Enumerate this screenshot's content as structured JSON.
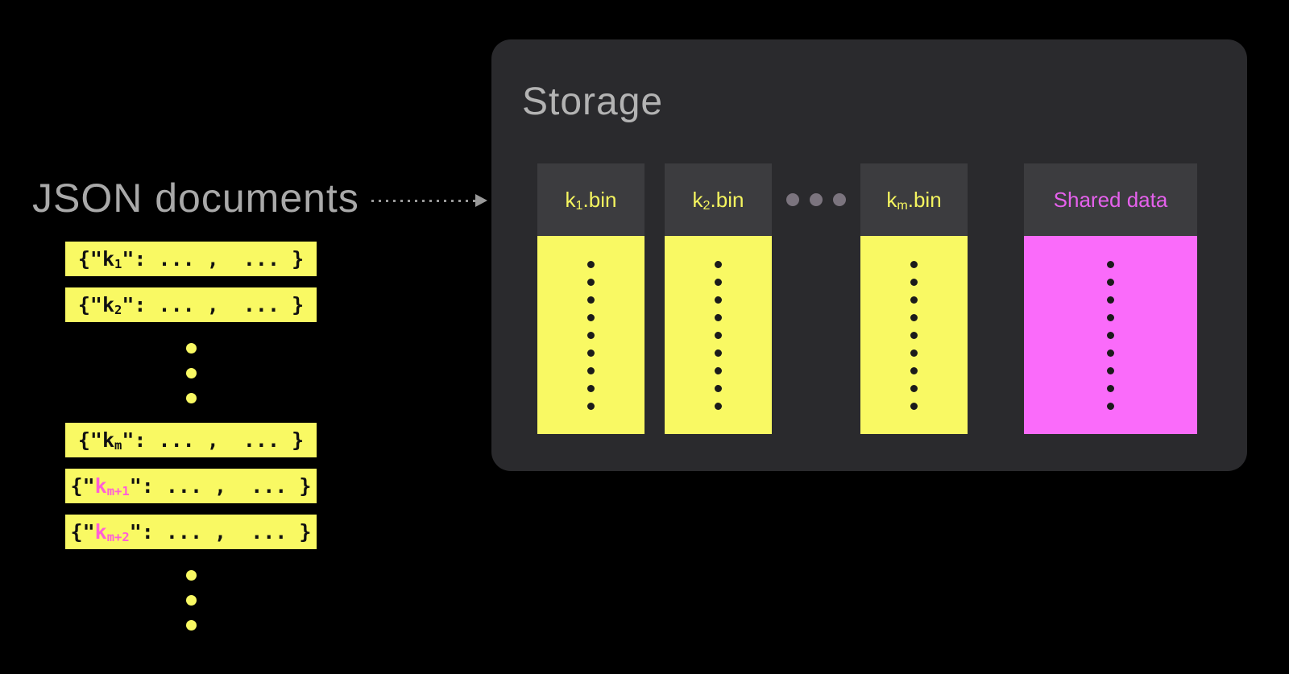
{
  "colors": {
    "page_bg": "#000000",
    "panel_bg": "#2a2a2d",
    "header_bg": "#3c3c3f",
    "yellow": "#f9f963",
    "yellow_text": "#f5f55f",
    "magenta": "#fa6bfa",
    "magenta_label": "#e561ec",
    "pink_key": "#ff5fd7",
    "title_gray": "#a9a9a9",
    "storage_title_gray": "#b3b3b3",
    "bin_dot": "#1b1b1b",
    "ellipsis_gray": "#7b747e",
    "arrow_gray": "#999999"
  },
  "left": {
    "title": "JSON documents",
    "rows": [
      {
        "type": "doc",
        "open": "{\"",
        "key": "k",
        "sub": "1",
        "close": "\": ... ,  ... }",
        "pink": false
      },
      {
        "type": "doc",
        "open": "{\"",
        "key": "k",
        "sub": "2",
        "close": "\": ... ,  ... }",
        "pink": false
      },
      {
        "type": "dots",
        "count": 3
      },
      {
        "type": "doc",
        "open": "{\"",
        "key": "k",
        "sub": "m",
        "close": "\": ... ,  ... }",
        "pink": false
      },
      {
        "type": "doc",
        "open": "{\"",
        "key": "k",
        "sub": "m+1",
        "close": "\": ... ,  ... }",
        "pink": true
      },
      {
        "type": "doc",
        "open": "{\"",
        "key": "k",
        "sub": "m+2",
        "close": "\": ... ,  ... }",
        "pink": true
      },
      {
        "type": "dots",
        "count": 3
      }
    ]
  },
  "storage": {
    "title": "Storage",
    "bins": [
      {
        "type": "bin",
        "key": "k",
        "sub": "1",
        "suffix": ".bin",
        "variant": "yellow",
        "dot_count": 9
      },
      {
        "type": "bin",
        "key": "k",
        "sub": "2",
        "suffix": ".bin",
        "variant": "yellow",
        "dot_count": 9
      },
      {
        "type": "ellipsis",
        "count": 3
      },
      {
        "type": "bin",
        "key": "k",
        "sub": "m",
        "suffix": ".bin",
        "variant": "yellow",
        "dot_count": 9
      },
      {
        "type": "bin",
        "label": "Shared data",
        "variant": "magenta",
        "dot_count": 9
      }
    ]
  }
}
